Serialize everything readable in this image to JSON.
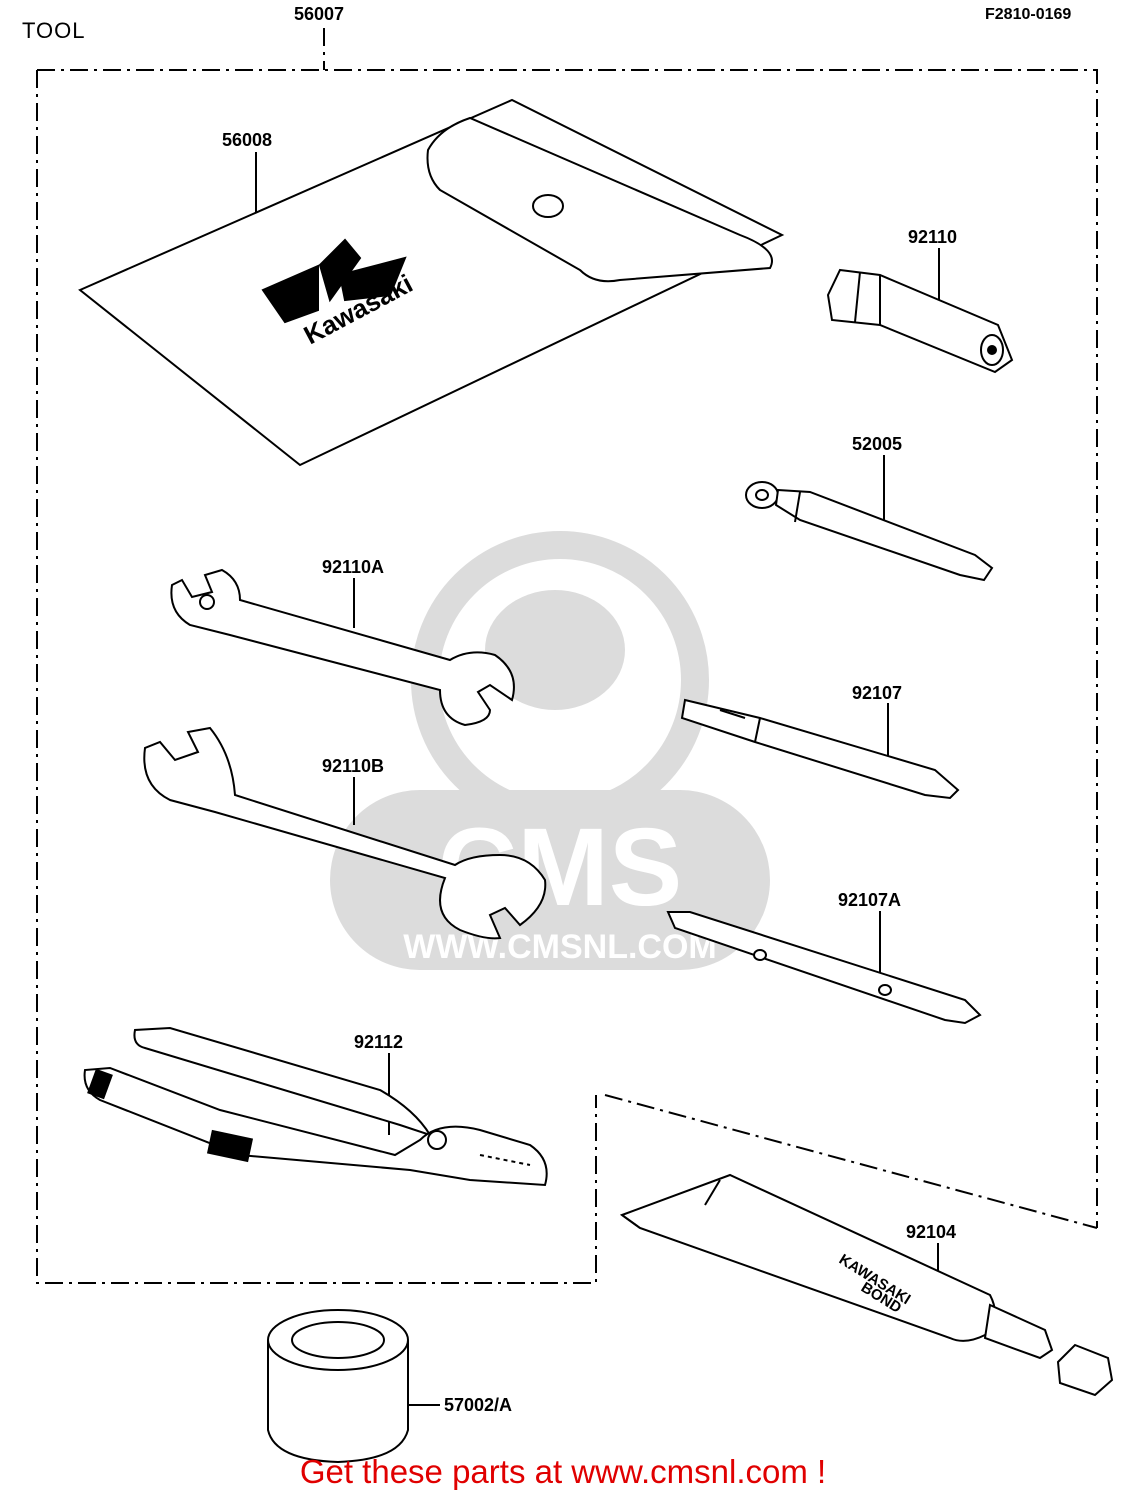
{
  "header": {
    "title": "TOOL",
    "figure_code": "F2810-0169"
  },
  "parts": {
    "tool_kit": "56007",
    "tool_bag": "56008",
    "plug_wrench": "92110",
    "screwdriver_handle": "52005",
    "wrench_a": "92110A",
    "screwdriver_phillips": "92107",
    "wrench_b": "92110B",
    "screwdriver_flat": "92107A",
    "pliers": "92112",
    "bond_tube": "92104",
    "grease_can": "57002/A"
  },
  "bag_logo": {
    "letter": "K",
    "brand": "Kawasaki"
  },
  "tube_text": {
    "line1": "KAWASAKI",
    "line2": "BOND"
  },
  "watermark": {
    "logo": "CMS",
    "url": "WWW.CMSNL.COM",
    "color": "#dcdcdc"
  },
  "footer": {
    "promo": "Get these parts at www.cmsnl.com !",
    "promo_color": "#e00000"
  }
}
